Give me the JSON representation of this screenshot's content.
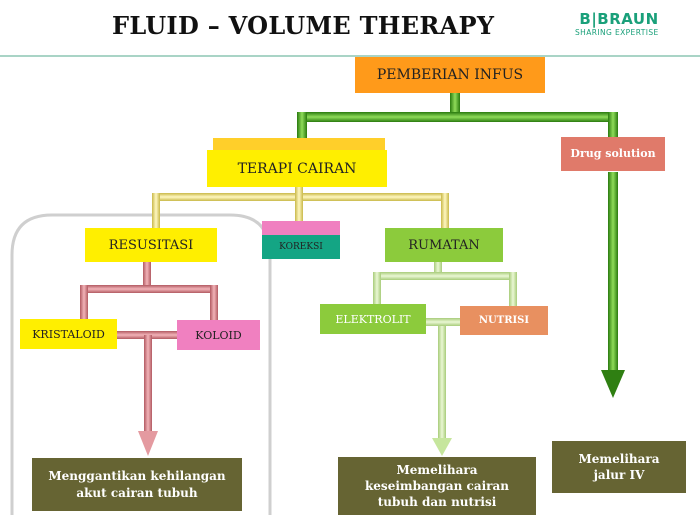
{
  "header": {
    "title": "FLUID – VOLUME THERAPY",
    "brand": "B|BRAUN",
    "tagline": "SHARING EXPERTISE"
  },
  "colors": {
    "orange": "#ff9a1a",
    "yellow": "#ffef00",
    "lime": "#8ccb3c",
    "salmon": "#e07a6a",
    "pink": "#f080c0",
    "teal": "#14a584",
    "olive": "#666433",
    "dark_green": "#2f7f12",
    "rose": "#d77f86",
    "pale_yellow": "#ede27a",
    "pale_green": "#bde08c"
  },
  "nodes": {
    "pemberian_infus": "PEMBERIAN INFUS",
    "terapi_cairan": "TERAPI CAIRAN",
    "drug_solution": "Drug solution",
    "resusitasi": "RESUSITASI",
    "koreksi": "KOREKSI",
    "rumatan": "RUMATAN",
    "kristaloid": "KRISTALOID",
    "koloid": "KOLOID",
    "elektrolit": "ELEKTROLIT",
    "nutrisi": "NUTRISI",
    "out_resusitasi": "Menggantikan kehilangan akut cairan tubuh",
    "out_rumatan": "Memelihara keseimbangan cairan tubuh dan nutrisi",
    "out_drug": "Memelihara jalur IV"
  }
}
